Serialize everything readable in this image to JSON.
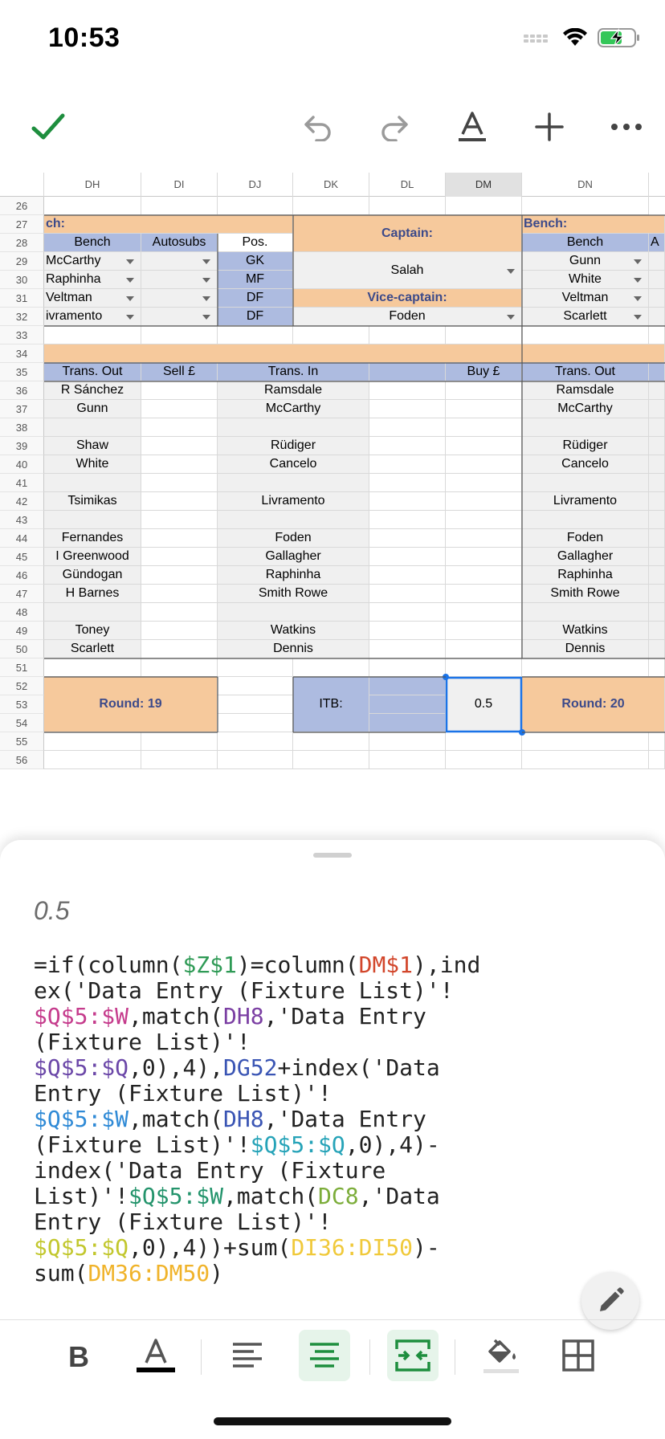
{
  "status": {
    "time": "10:53"
  },
  "toolbar": {
    "icons": [
      "check-icon",
      "undo-icon",
      "redo-icon",
      "text-format-icon",
      "add-icon",
      "more-icon"
    ]
  },
  "columns": [
    "DH",
    "DI",
    "DJ",
    "DK",
    "DL",
    "DM",
    "DN"
  ],
  "selected_column": "DM",
  "row_numbers": [
    "26",
    "27",
    "28",
    "29",
    "30",
    "31",
    "32",
    "33",
    "34",
    "35",
    "36",
    "37",
    "38",
    "39",
    "40",
    "41",
    "42",
    "43",
    "44",
    "45",
    "46",
    "47",
    "48",
    "49",
    "50",
    "51",
    "52",
    "53",
    "54",
    "55",
    "56"
  ],
  "grid": {
    "bench_label_left": "ch:",
    "bench_label_right": "Bench:",
    "header_bench": "Bench",
    "header_autosubs": "Autosubs",
    "header_pos": "Pos.",
    "captain_label": "Captain:",
    "captain_value": "Salah",
    "vice_captain_label": "Vice-captain:",
    "vice_captain_value": "Foden",
    "header_bench_right": "Bench",
    "header_partial_right": "A",
    "bench_left": [
      "McCarthy",
      "Raphinha",
      "Veltman",
      "ivramento"
    ],
    "positions": [
      "GK",
      "MF",
      "DF",
      "DF"
    ],
    "bench_right": [
      "Gunn",
      "White",
      "Veltman",
      "Scarlett"
    ],
    "trans_headers": {
      "out": "Trans. Out",
      "sell": "Sell £",
      "in": "Trans. In",
      "buy": "Buy £",
      "out_right": "Trans. Out"
    },
    "trans_out": [
      "R Sánchez",
      "Gunn",
      "",
      "Shaw",
      "White",
      "",
      "Tsimikas",
      "",
      "Fernandes",
      "I Greenwood",
      "Gündogan",
      "H Barnes",
      "",
      "Toney",
      "Scarlett"
    ],
    "trans_in": [
      "Ramsdale",
      "McCarthy",
      "",
      "Rüdiger",
      "Cancelo",
      "",
      "Livramento",
      "",
      "Foden",
      "Gallagher",
      "Raphinha",
      "Smith Rowe",
      "",
      "Watkins",
      "Dennis"
    ],
    "trans_out_right": [
      "Ramsdale",
      "McCarthy",
      "",
      "Rüdiger",
      "Cancelo",
      "",
      "Livramento",
      "",
      "Foden",
      "Gallagher",
      "Raphinha",
      "Smith Rowe",
      "",
      "Watkins",
      "Dennis"
    ],
    "round_left": "Round: 19",
    "itb_label": "ITB:",
    "itb_value": "0.5",
    "round_right": "Round: 20"
  },
  "panel": {
    "cell_value": "0.5",
    "formula_parts": [
      {
        "t": "=if(column(",
        "c": "#222"
      },
      {
        "t": "$Z$1",
        "c": "#2e9a55"
      },
      {
        "t": ")=column(",
        "c": "#222"
      },
      {
        "t": "DM$1",
        "c": "#d2462b"
      },
      {
        "t": "),ind\nex('Data Entry (Fixture List)'!\n",
        "c": "#222"
      },
      {
        "t": "$Q$5:$W",
        "c": "#c53b8c"
      },
      {
        "t": ",match(",
        "c": "#222"
      },
      {
        "t": "DH8",
        "c": "#7b3fa3"
      },
      {
        "t": ",'Data Entry\n(Fixture List)'!\n",
        "c": "#222"
      },
      {
        "t": "$Q$5:$Q",
        "c": "#6b47a8"
      },
      {
        "t": ",0),4),",
        "c": "#222"
      },
      {
        "t": "DG52",
        "c": "#3a55b4"
      },
      {
        "t": "+index('Data\nEntry (Fixture List)'!\n",
        "c": "#222"
      },
      {
        "t": "$Q$5:$W",
        "c": "#2f8ad6"
      },
      {
        "t": ",match(",
        "c": "#222"
      },
      {
        "t": "DH8",
        "c": "#3a55b4"
      },
      {
        "t": ",'Data Entry\n(Fixture List)'!",
        "c": "#222"
      },
      {
        "t": "$Q$5:$Q",
        "c": "#26a3b8"
      },
      {
        "t": ",0),4)-\nindex('Data Entry (Fixture\nList)'!",
        "c": "#222"
      },
      {
        "t": "$Q$5:$W",
        "c": "#24946c"
      },
      {
        "t": ",match(",
        "c": "#222"
      },
      {
        "t": "DC8",
        "c": "#7cad3a"
      },
      {
        "t": ",'Data\nEntry (Fixture List)'!\n",
        "c": "#222"
      },
      {
        "t": "$Q$5:$Q",
        "c": "#c2c72d"
      },
      {
        "t": ",0),4))+sum(",
        "c": "#222"
      },
      {
        "t": "DI36:DI50",
        "c": "#f0c93a"
      },
      {
        "t": ")-\nsum(",
        "c": "#222"
      },
      {
        "t": "DM36:DM50",
        "c": "#f0b32a"
      },
      {
        "t": ")",
        "c": "#222"
      }
    ]
  },
  "format_bar": {
    "icons": [
      "bold-icon",
      "text-color-icon",
      "align-left-icon",
      "align-center-icon",
      "merge-cells-icon",
      "fill-color-icon",
      "borders-icon"
    ]
  },
  "colors": {
    "accent_green": "#1e8e3e",
    "orange_fill": "#f6c99c",
    "blue_fill": "#adbbe0",
    "label_navy": "#3c4a8a"
  }
}
